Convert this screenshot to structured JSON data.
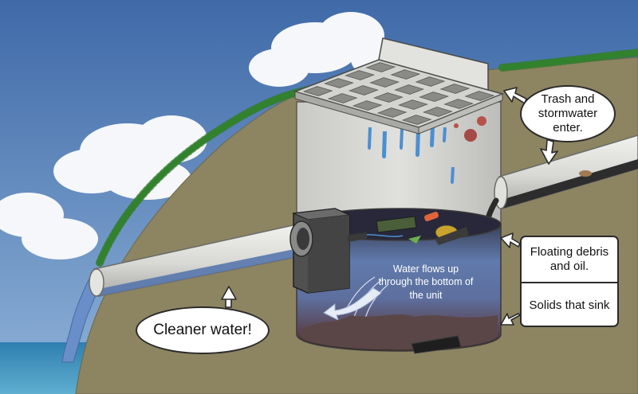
{
  "callouts": {
    "trash_stormwater": "Trash and stormwater enter.",
    "floating_debris": "Floating debris and oil.",
    "solids_sink": "Solids that sink",
    "cleaner_water": "Cleaner water!"
  },
  "flow_label": "Water flows up through the bottom of the unit",
  "colors": {
    "sky": "#4d7cb8",
    "soil": "#8d8461",
    "grass": "#3f9a36",
    "concrete": "#d2d2d0",
    "water": "#5a76a8",
    "sediment": "#5a4646"
  }
}
